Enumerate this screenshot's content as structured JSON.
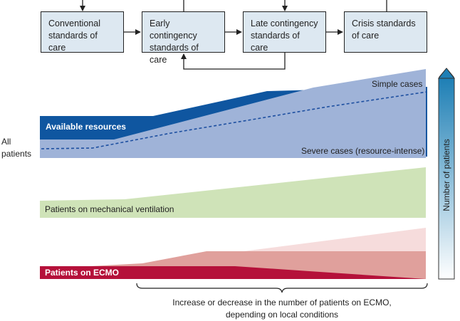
{
  "stages": [
    {
      "label_line1": "Conventional",
      "label_line2": "standards of care"
    },
    {
      "label_line1": "Early contingency",
      "label_line2": "standards of care"
    },
    {
      "label_line1": "Late contingency",
      "label_line2": "standards of care"
    },
    {
      "label_line1": "Crisis standards",
      "label_line2": "of care"
    }
  ],
  "labels": {
    "all_patients_line1": "All",
    "all_patients_line2": "patients",
    "available_resources": "Available resources",
    "simple_cases": "Simple cases",
    "severe_cases": "Severe cases (resource-intense)",
    "mechanical_ventilation": "Patients on mechanical ventilation",
    "ecmo": "Patients on ECMO",
    "number_of_patients": "Number of patients",
    "brace_note_line1": "Increase or decrease in the number of patients on ECMO,",
    "brace_note_line2": "depending on local conditions"
  },
  "colors": {
    "stage_box_fill": "#dde8f1",
    "resources_dark": "#0f56a0",
    "patients_area": "#9fb3d8",
    "severe_line": "#1d4fa0",
    "ventilation_area": "#cfe3b8",
    "ecmo_light": "#f6dcdc",
    "ecmo_mid": "#e0a09c",
    "ecmo_dark": "#b5113a",
    "arrow_top": "#1e7fb5",
    "arrow_bottom": "#ffffff"
  },
  "icons": [
    "arrow-right-icon",
    "arrow-down-icon",
    "arrow-up-icon"
  ]
}
